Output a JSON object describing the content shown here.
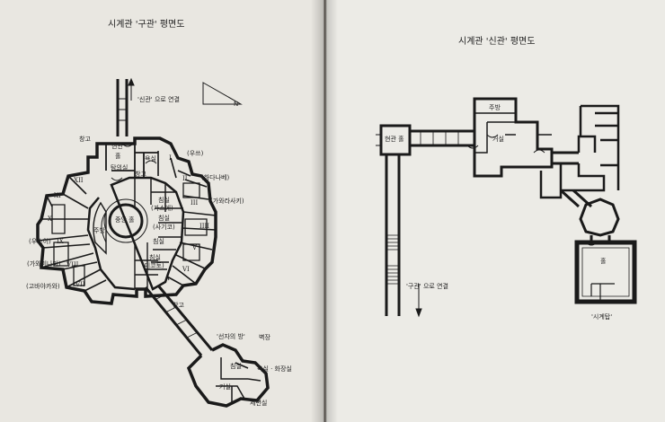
{
  "left_page": {
    "title": "시계관 '구관' 평면도",
    "labels": {
      "link_new": "'신관' 으로 연결",
      "north": "N",
      "storage_top": "창고",
      "hall": "현관",
      "hall2": "홀",
      "bath": "욕실",
      "tea": "탐의실",
      "storage_mid": "창고",
      "storage_bottom": "창고",
      "uso": "(우쓰)",
      "kobayashi": "(하다나베)",
      "kagahara": "(가와라사키)",
      "center_hall": "중앙 홀",
      "kitchen": "주방",
      "bedroom1": "침실",
      "bedroom1_name": "(가스에)",
      "bedroom2": "침실",
      "bedroom2_name": "(사기코)",
      "bedroom3": "침실",
      "bedroom3_name": "(미코토)",
      "bedroom4": "침실",
      "nishi": "(우스이)",
      "kawanami": "(가와미나미)",
      "kobayakawa": "(고바야카와)",
      "father_room": "'선자의 방'",
      "wall": "벽장",
      "bedroom5": "침실",
      "bath_toilet": "욕실 · 화장실",
      "living": "거실",
      "wash": "세면실"
    },
    "numerals": [
      "I",
      "II",
      "III",
      "IIII",
      "V",
      "VI",
      "VII",
      "VIII",
      "IX",
      "X",
      "XI",
      "XII"
    ]
  },
  "right_page": {
    "title": "시계관 '신관' 평면도",
    "labels": {
      "kitchen": "주방",
      "hall": "현관 홀",
      "living": "거실",
      "link_old": "'구관' 으로 연결",
      "hall2": "홀",
      "clock_tower": "'시계탑'"
    }
  }
}
